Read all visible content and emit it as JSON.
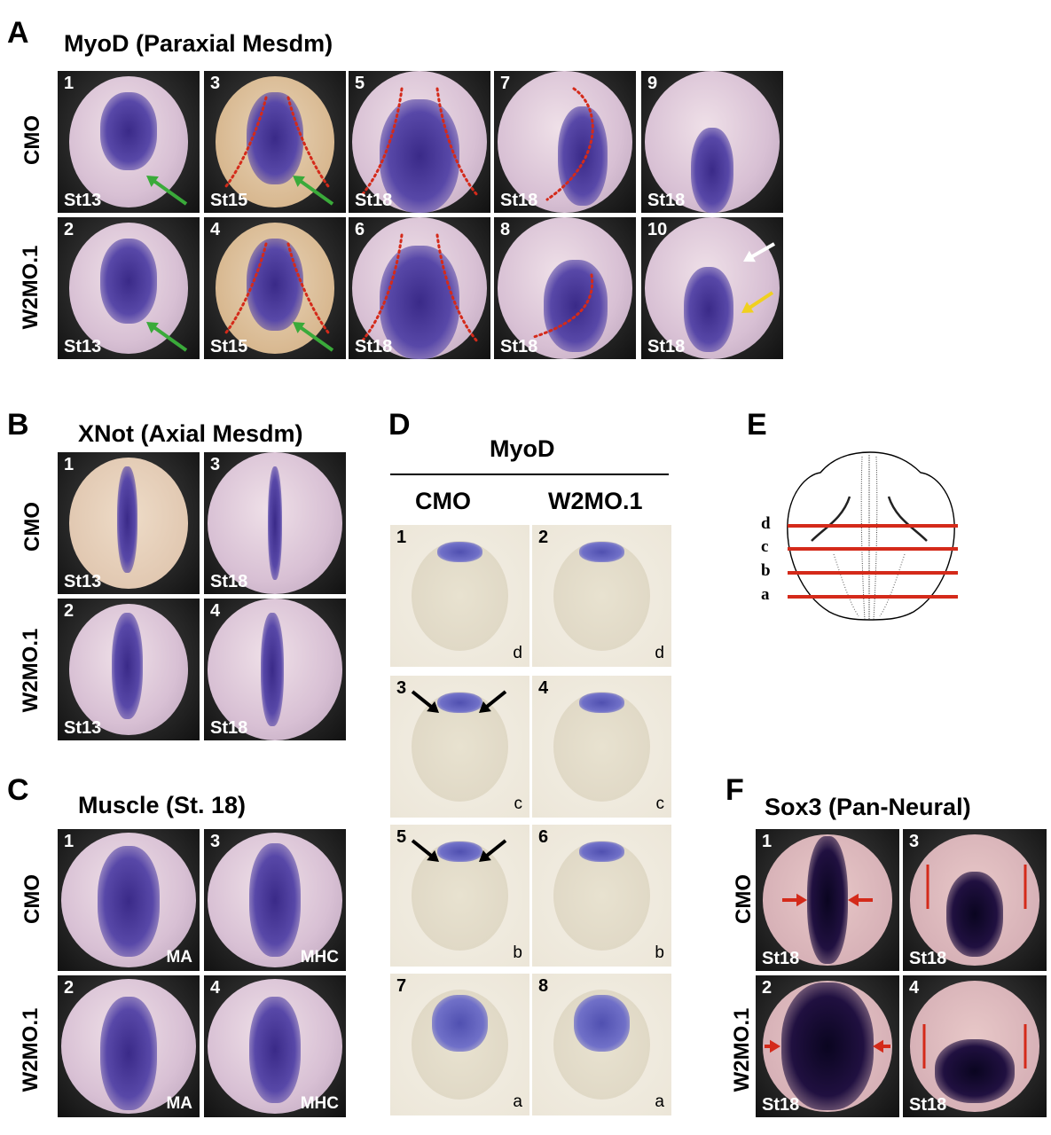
{
  "figure": {
    "panels": {
      "A": {
        "letter": "A",
        "title": "MyoD (Paraxial Mesdm)",
        "row_labels": [
          "CMO",
          "W2MO.1"
        ],
        "images": [
          {
            "num": "1",
            "stage": "St13",
            "row": "CMO",
            "marker": "green-arrow"
          },
          {
            "num": "3",
            "stage": "St15",
            "row": "CMO",
            "marker": "green-arrow, red-dotted-outline"
          },
          {
            "num": "5",
            "stage": "St18",
            "row": "CMO",
            "marker": "red-dotted-outline"
          },
          {
            "num": "7",
            "stage": "St18",
            "row": "CMO",
            "marker": "red-dotted-outline"
          },
          {
            "num": "9",
            "stage": "St18",
            "row": "CMO",
            "marker": ""
          },
          {
            "num": "2",
            "stage": "St13",
            "row": "W2MO.1",
            "marker": "green-arrow"
          },
          {
            "num": "4",
            "stage": "St15",
            "row": "W2MO.1",
            "marker": "green-arrow, red-dotted-outline"
          },
          {
            "num": "6",
            "stage": "St18",
            "row": "W2MO.1",
            "marker": "red-dotted-outline"
          },
          {
            "num": "8",
            "stage": "St18",
            "row": "W2MO.1",
            "marker": "red-dotted-outline"
          },
          {
            "num": "10",
            "stage": "St18",
            "row": "W2MO.1",
            "marker": "white-arrow, yellow-arrow"
          }
        ]
      },
      "B": {
        "letter": "B",
        "title": "XNot (Axial Mesdm)",
        "row_labels": [
          "CMO",
          "W2MO.1"
        ],
        "images": [
          {
            "num": "1",
            "stage": "St13"
          },
          {
            "num": "3",
            "stage": "St18"
          },
          {
            "num": "2",
            "stage": "St13"
          },
          {
            "num": "4",
            "stage": "St18"
          }
        ]
      },
      "C": {
        "letter": "C",
        "title": "Muscle  (St. 18)",
        "row_labels": [
          "CMO",
          "W2MO.1"
        ],
        "images": [
          {
            "num": "1",
            "tag": "MA"
          },
          {
            "num": "3",
            "tag": "MHC"
          },
          {
            "num": "2",
            "tag": "MA"
          },
          {
            "num": "4",
            "tag": "MHC"
          }
        ]
      },
      "D": {
        "letter": "D",
        "title": "MyoD",
        "col_labels": [
          "CMO",
          "W2MO.1"
        ],
        "images": [
          {
            "num": "1",
            "section": "d"
          },
          {
            "num": "2",
            "section": "d"
          },
          {
            "num": "3",
            "section": "c"
          },
          {
            "num": "4",
            "section": "c"
          },
          {
            "num": "5",
            "section": "b"
          },
          {
            "num": "6",
            "section": "b"
          },
          {
            "num": "7",
            "section": "a"
          },
          {
            "num": "8",
            "section": "a"
          }
        ]
      },
      "E": {
        "letter": "E",
        "section_labels": [
          "d",
          "c",
          "b",
          "a"
        ]
      },
      "F": {
        "letter": "F",
        "title": "Sox3 (Pan-Neural)",
        "row_labels": [
          "CMO",
          "W2MO.1"
        ],
        "images": [
          {
            "num": "1",
            "stage": "St18"
          },
          {
            "num": "3",
            "stage": "St18"
          },
          {
            "num": "2",
            "stage": "St18"
          },
          {
            "num": "4",
            "stage": "St18"
          }
        ]
      }
    },
    "colors": {
      "stain_purple": "#4a3a9a",
      "red_marker": "#d42a1a",
      "green_arrow": "#3aaa3a",
      "yellow_arrow": "#f0d020"
    }
  }
}
